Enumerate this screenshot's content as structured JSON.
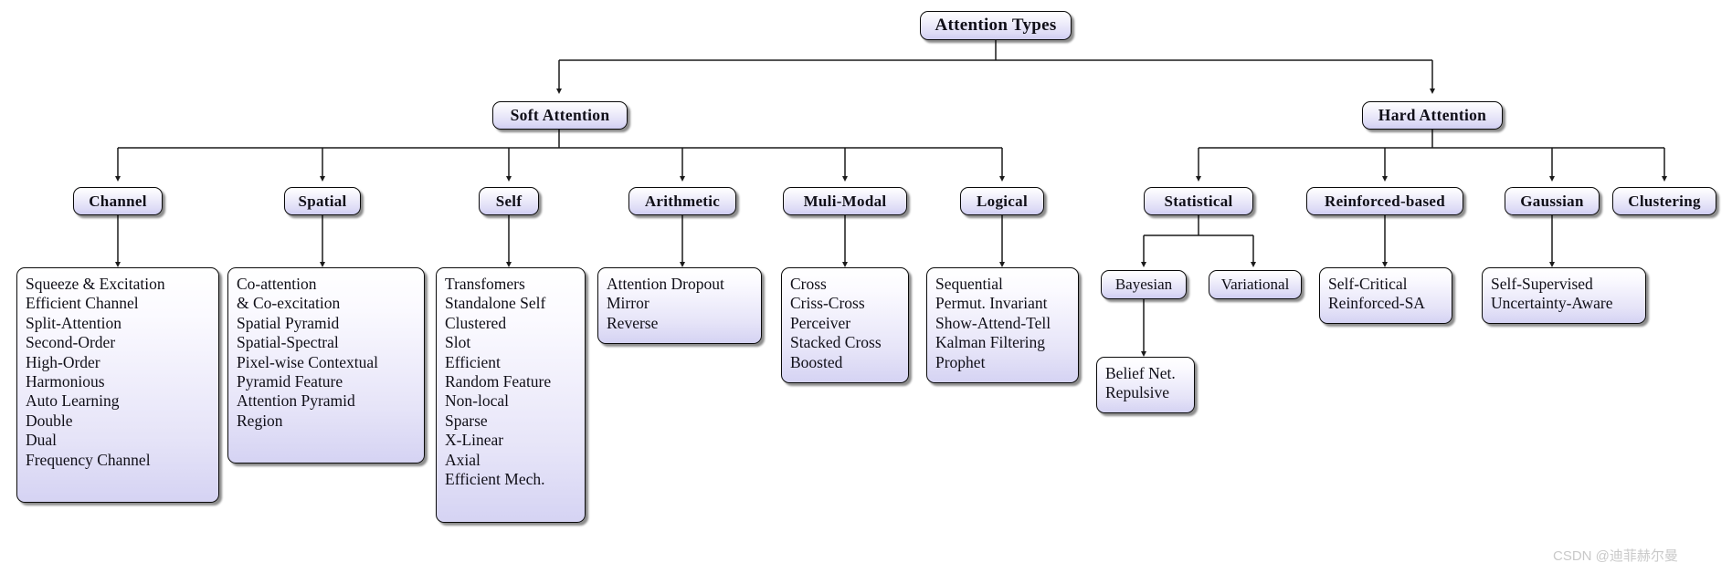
{
  "diagram": {
    "title": "Attention Types",
    "root": {
      "label": "Attention Types"
    },
    "level2": [
      {
        "label": "Soft Attention"
      },
      {
        "label": "Hard Attention"
      }
    ],
    "soft_children": [
      {
        "label": "Channel"
      },
      {
        "label": "Spatial"
      },
      {
        "label": "Self"
      },
      {
        "label": "Arithmetic"
      },
      {
        "label": "Muli-Modal"
      },
      {
        "label": "Logical"
      }
    ],
    "hard_children": [
      {
        "label": "Statistical"
      },
      {
        "label": "Reinforced-based"
      },
      {
        "label": "Gaussian"
      },
      {
        "label": "Clustering"
      }
    ],
    "statistical_children": [
      {
        "label": "Bayesian"
      },
      {
        "label": "Variational"
      }
    ],
    "leaf_lists": {
      "channel": [
        "Squeeze & Excitation",
        "Efficient Channel",
        "Split-Attention",
        "Second-Order",
        "High-Order",
        "Harmonious",
        "Auto Learning",
        "Double",
        "Dual",
        "Frequency Channel"
      ],
      "spatial": [
        "Co-attention",
        "& Co-excitation",
        "Spatial Pyramid",
        "Spatial-Spectral",
        "Pixel-wise Contextual",
        "Pyramid Feature",
        "Attention Pyramid",
        "Region"
      ],
      "self": [
        "Transfomers",
        "Standalone Self",
        "Clustered",
        "Slot",
        "Efficient",
        "Random Feature",
        "Non-local",
        "Sparse",
        "X-Linear",
        "Axial",
        "Efficient Mech."
      ],
      "arithmetic": [
        "Attention Dropout",
        "Mirror",
        "Reverse"
      ],
      "multimodal": [
        "Cross",
        "Criss-Cross",
        "Perceiver",
        "Stacked Cross",
        "Boosted"
      ],
      "logical": [
        "Sequential",
        "Permut. Invariant",
        "Show-Attend-Tell",
        "Kalman Filtering",
        "Prophet"
      ],
      "bayesian": [
        "Belief Net.",
        "Repulsive"
      ],
      "reinforced": [
        "Self-Critical",
        "Reinforced-SA"
      ],
      "gaussian": [
        "Self-Supervised",
        "Uncertainty-Aware"
      ]
    },
    "watermark": "CSDN @迪菲赫尔曼",
    "colors": {
      "node_fill_top": "#ffffff",
      "node_fill_bottom": "#cfcdf2",
      "border": "#0a0a0a",
      "edge": "#1a1a1a",
      "watermark": "#c9c9c9"
    }
  }
}
